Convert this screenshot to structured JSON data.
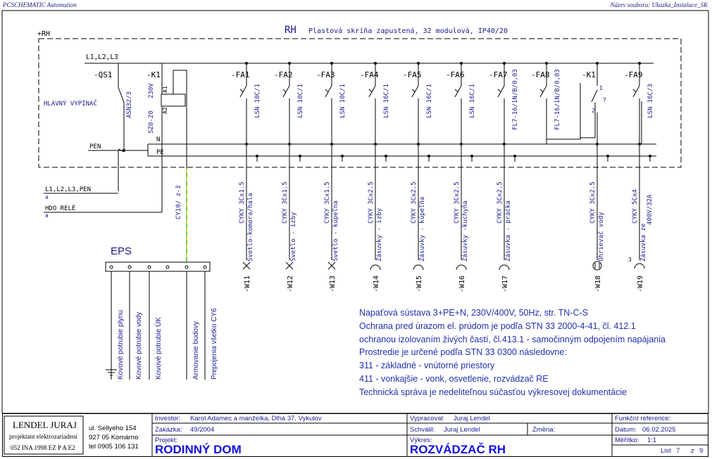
{
  "header": {
    "left": "PCSCHEMATIC Automation",
    "right": "Název souboru: Ukazka_Instalace_SK"
  },
  "cabinet": {
    "code": "RH",
    "description": "Plastová skríňa zapustená, 32 modulová, IP40/20",
    "plus_label": "+RH"
  },
  "bus": {
    "phases": "L1,L2,L3",
    "pen": "PEN",
    "n": "N",
    "pe": "PE"
  },
  "main_switch": {
    "tag": "-QS1",
    "type": "ASN32/3",
    "name": "HLAVNÝ VYPÍNAČ"
  },
  "contactor": {
    "tag": "-K1",
    "type": "SZ0-20",
    "voltage": "230V",
    "a1": "A1",
    "a2": "A2"
  },
  "feed_lines": [
    {
      "label": "L1,L2,L3,PEN",
      "sub": "a"
    },
    {
      "label": "HDO RELÉ",
      "sub": "a"
    }
  ],
  "pe_cable": "CY10/ z-ž",
  "breakers": [
    {
      "tag": "-FA1",
      "type": "LSN 10C/1",
      "cable": "CYKY 3Cx1.5",
      "load": "Svetlo-komora/hala",
      "output": "-W11",
      "sym": "x"
    },
    {
      "tag": "-FA2",
      "type": "LSN 10C/1",
      "cable": "CYKY 3Cx1.5",
      "load": "Svetlo - izby",
      "output": "-W12",
      "sym": "x"
    },
    {
      "tag": "-FA3",
      "type": "LSN 10C/1",
      "cable": "CYKY 3Cx1.5",
      "load": "Svetlo - kúpeľna",
      "output": "-W13",
      "sym": "x"
    },
    {
      "tag": "-FA4",
      "type": "LSN 16C/1",
      "cable": "CYKY 3Cx2.5",
      "load": "Zásuvky - izby",
      "output": "-W14",
      "sym": "s"
    },
    {
      "tag": "-FA5",
      "type": "LSN 16C/1",
      "cable": "CYKY 3Cx2.5",
      "load": "Zásuvky - kúpeľňa",
      "output": "-W15",
      "sym": "s"
    },
    {
      "tag": "-FA6",
      "type": "LSN 16C/1",
      "cable": "CYKY 3Cx2.5",
      "load": "Zásuvky -kuchyňa",
      "output": "-W16",
      "sym": "s"
    },
    {
      "tag": "-FA7",
      "type": "FL7-16/1N/B/0,03",
      "cable": "CYKY 3Cx2.5",
      "load": "Zásuvka - práčka",
      "output": "-W17",
      "sym": "s"
    },
    {
      "tag": "-FA8",
      "type": "FL7-16/1N/B/0,03",
      "cable": "",
      "load": "",
      "output": "",
      "sym": ""
    },
    {
      "tag": "-K1",
      "type": "",
      "cable": "CYKY 3Cx2.5",
      "load": "Ohrievač vody",
      "output": "-W18",
      "sym": "h",
      "contact_a": "1",
      "contact_b": "2",
      "contact_c": "7"
    },
    {
      "tag": "-FA9",
      "type": "LSN 16C/3",
      "cable": "CYKY 5Cx4",
      "load": "Zásuvka ze",
      "load2": "400V/32A",
      "output": "-W19",
      "sym": "p",
      "mark": "3"
    }
  ],
  "eps": {
    "title": "EPS",
    "items": [
      "Kovové potrubie plynu",
      "Kovové potrubie vody",
      "Kovové potrubie ÚK",
      "Armovanie budovy",
      "Prepojenia všetko CY6"
    ]
  },
  "notes": [
    "Napaťová sústava 3+PE+N, 230V/400V, 50Hz, str. TN-C-S",
    "Ochrana pred úrazom el. prúdom je podľa STN 33 2000-4-41, čl. 412.1",
    "ochranou izolovaním živých častí, čl.413.1 - samočinným odpojením napájania",
    "Prostredie je určené podľa STN 33 0300 následovne:",
    "311 - základné - vnútorné priestory",
    "411 - vonkajšie - vonk, osvetlenie, rozvádzač RE",
    "Technická správa je nedeliteľnou súčasťou výkresovej dokumentácie"
  ],
  "title_block": {
    "firm_name": "LENDEL JURAJ",
    "firm_role": "projektant elektrozariadení",
    "firm_reg": "052 INA 1998 EZ P A E2",
    "addr1": "ul. Sellyeho 154",
    "addr2": "927 05 Komárno",
    "addr3": "tel 0905 106 131",
    "investor_label": "Investor:",
    "investor": "Karol Adamec a manželka, Dlhá 37, Vykulov",
    "order_label": "Zakázka:",
    "order": "49/2004",
    "project_label": "Projekt:",
    "project": "RODINNÝ DOM",
    "author_label": "Vypracoval:",
    "author": "Juraj Lendel",
    "checker_label": "Schválil:",
    "checker": "Juraj Lendel",
    "change_label": "Změna:",
    "drawing_label": "Výkres:",
    "drawing": "ROZVÁDZAČ RH",
    "ref_label": "Funkční reference:",
    "date_label": "Datum:",
    "date": "06.02.2025",
    "scale_label": "Měřítko:",
    "scale": "1:1",
    "sheet_label": "List",
    "sheet": "7",
    "of_label": "z",
    "total": "9"
  },
  "colors": {
    "line": "#000000",
    "text": "#1a1a90",
    "note": "#2030b0",
    "title": "#1010e0",
    "pe_green": "#3cb43c",
    "pe_yellow": "#e8d820"
  }
}
